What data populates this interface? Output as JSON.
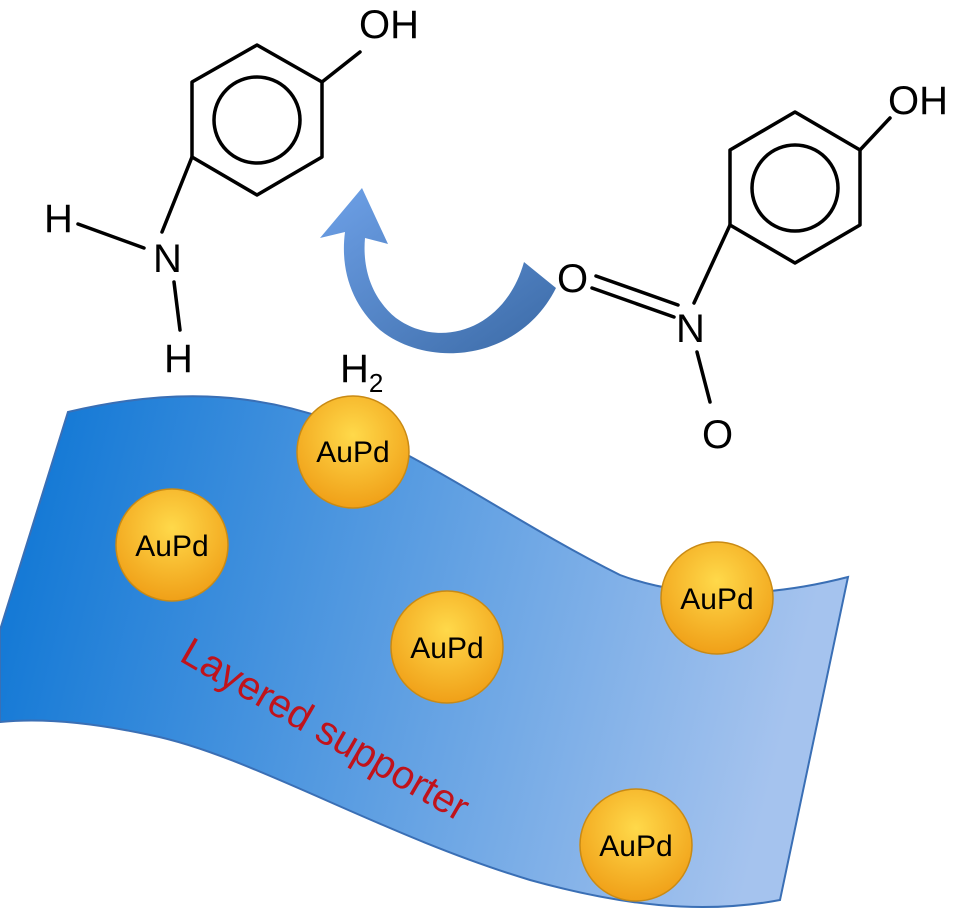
{
  "aminophenol": {
    "oh_label": "OH",
    "n_label": "N",
    "h_left_label": "H",
    "h_bottom_label": "H"
  },
  "nitrophenol": {
    "oh_label": "OH",
    "n_label": "N",
    "o_top_label": "O",
    "o_bottom_label": "O"
  },
  "hydrogen": {
    "symbol": "H",
    "subscript": "2"
  },
  "support": {
    "label": "Layered supporter",
    "label_color": "#c0131b",
    "gradient_start": "#0a74d4",
    "gradient_end": "#a5c3ee"
  },
  "nanoparticles": {
    "label": "AuPd",
    "fill_light": "#ffd94a",
    "fill_dark": "#f0a018",
    "items": [
      {
        "label": "AuPd"
      },
      {
        "label": "AuPd"
      },
      {
        "label": "AuPd"
      },
      {
        "label": "AuPd"
      },
      {
        "label": "AuPd"
      }
    ]
  },
  "arrow": {
    "color_start": "#6ea1e8",
    "color_end": "#3b6aa6"
  }
}
